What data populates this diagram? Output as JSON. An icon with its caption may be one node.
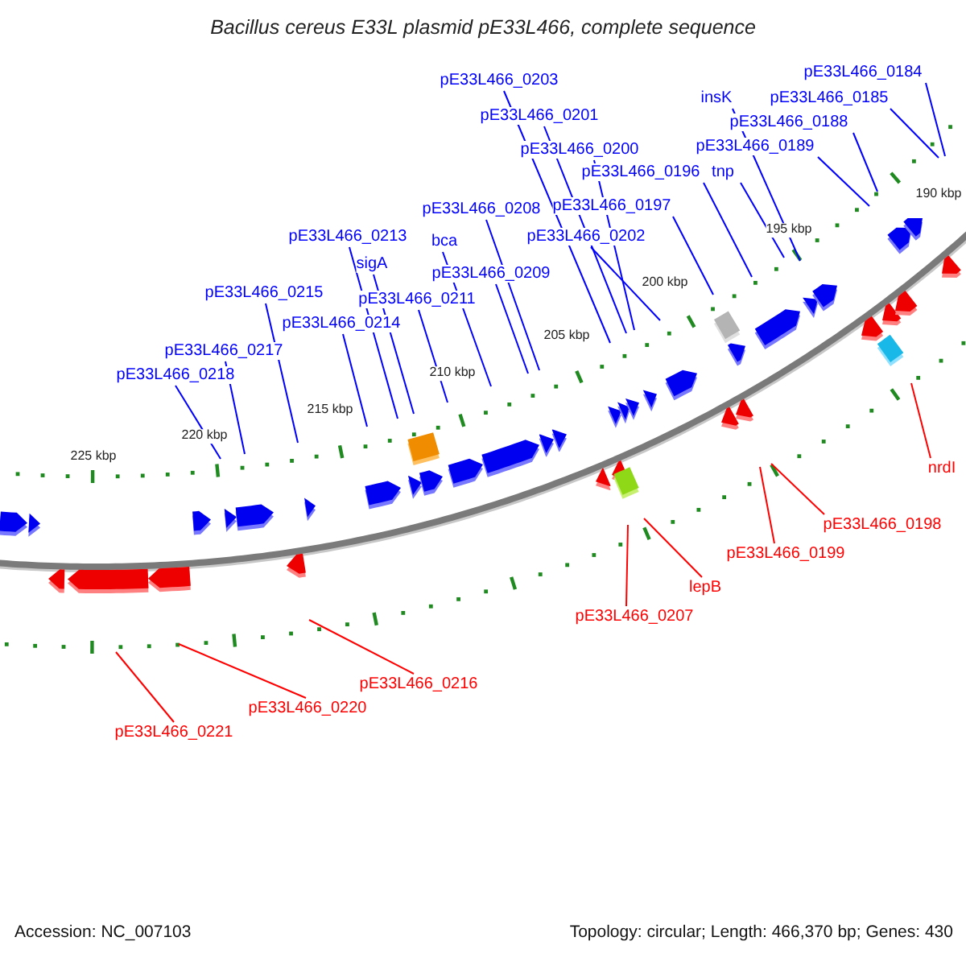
{
  "diagram": {
    "title": "Bacillus cereus E33L plasmid pE33L466, complete sequence",
    "nodes": [
      {
        "text": [
          "pE33L466_0184"
        ]
      },
      {
        "text": [
          "pE33L466_0203"
        ]
      },
      {
        "text": [
          "insK"
        ]
      },
      {
        "text": [
          "pE33L466_0185"
        ]
      },
      {
        "text": [
          "pE33L466_0201"
        ]
      },
      {
        "text": [
          "pE33L466_0188"
        ]
      },
      {
        "text": [
          "pE33L466_0189"
        ]
      },
      {
        "text": [
          "pE33L466_0200"
        ]
      },
      {
        "text": [
          "pE33L466_0196"
        ]
      },
      {
        "text": [
          "tnp"
        ]
      },
      {
        "text": [
          "pE33L466_0197"
        ]
      },
      {
        "text": [
          "pE33L466_0208"
        ]
      },
      {
        "text": [
          "pE33L466_0213"
        ]
      },
      {
        "text": [
          "pE33L466_0202"
        ]
      },
      {
        "text": [
          "bca"
        ]
      },
      {
        "text": [
          "sigA"
        ]
      },
      {
        "text": [
          "pE33L466_0209"
        ]
      },
      {
        "text": [
          "pE33L466_0215"
        ]
      },
      {
        "text": [
          "pE33L466_0211"
        ]
      },
      {
        "text": [
          "pE33L466_0214"
        ]
      },
      {
        "text": [
          "pE33L466_0217"
        ]
      },
      {
        "text": [
          "pE33L466_0218"
        ]
      },
      {
        "text": [
          "nrdI"
        ]
      },
      {
        "text": [
          "pE33L466_0198"
        ]
      },
      {
        "text": [
          "pE33L466_0199"
        ]
      },
      {
        "text": [
          "lepB"
        ]
      },
      {
        "text": [
          "pE33L466_0207"
        ]
      },
      {
        "text": [
          "pE33L466_0216"
        ]
      },
      {
        "text": [
          "pE33L466_0220"
        ]
      },
      {
        "text": [
          "pE33L466_0221"
        ]
      }
    ],
    "edges": [
      {
        "from": 0,
        "to": null,
        "arrow": "none"
      },
      {
        "from": 1,
        "to": null,
        "arrow": "none"
      },
      {
        "from": 2,
        "to": null,
        "arrow": "none"
      },
      {
        "from": 3,
        "to": null,
        "arrow": "none"
      },
      {
        "from": 4,
        "to": null,
        "arrow": "none"
      },
      {
        "from": 5,
        "to": null,
        "arrow": "none"
      },
      {
        "from": 6,
        "to": null,
        "arrow": "none"
      },
      {
        "from": 7,
        "to": null,
        "arrow": "none"
      },
      {
        "from": 8,
        "to": null,
        "arrow": "none"
      },
      {
        "from": 9,
        "to": null,
        "arrow": "none"
      },
      {
        "from": 10,
        "to": null,
        "arrow": "none"
      },
      {
        "from": 11,
        "to": null,
        "arrow": "none"
      },
      {
        "from": 12,
        "to": null,
        "arrow": "none"
      },
      {
        "from": 13,
        "to": null,
        "arrow": "none"
      },
      {
        "from": 14,
        "to": null,
        "arrow": "none"
      },
      {
        "from": 15,
        "to": null,
        "arrow": "none"
      },
      {
        "from": 16,
        "to": null,
        "arrow": "none"
      },
      {
        "from": 17,
        "to": null,
        "arrow": "none"
      },
      {
        "from": 18,
        "to": null,
        "arrow": "none"
      },
      {
        "from": 19,
        "to": null,
        "arrow": "none"
      },
      {
        "from": 20,
        "to": null,
        "arrow": "none"
      },
      {
        "from": 21,
        "to": null,
        "arrow": "none"
      },
      {
        "from": 22,
        "to": null,
        "arrow": "none",
        "color": "#ff0000"
      },
      {
        "from": 23,
        "to": null,
        "arrow": "none",
        "color": "#ff0000"
      },
      {
        "from": 24,
        "to": null,
        "arrow": "none",
        "color": "#ff0000"
      },
      {
        "from": 25,
        "to": null,
        "arrow": "none",
        "color": "#ff0000"
      },
      {
        "from": 26,
        "to": null,
        "arrow": "none",
        "color": "#ff0000"
      },
      {
        "from": 27,
        "to": null,
        "arrow": "none",
        "color": "#ff0000"
      },
      {
        "from": 28,
        "to": null,
        "arrow": "none",
        "color": "#ff0000"
      },
      {
        "from": 29,
        "to": null,
        "arrow": "none",
        "color": "#ff0000"
      }
    ],
    "labels": [
      "190 kbp",
      "195 kbp",
      "200 kbp",
      "205 kbp",
      "210 kbp",
      "215 kbp",
      "220 kbp",
      "225 kbp",
      "Accession: NC_007103",
      "Topology: circular; Length: 466,370 bp; Genes: 430"
    ]
  }
}
